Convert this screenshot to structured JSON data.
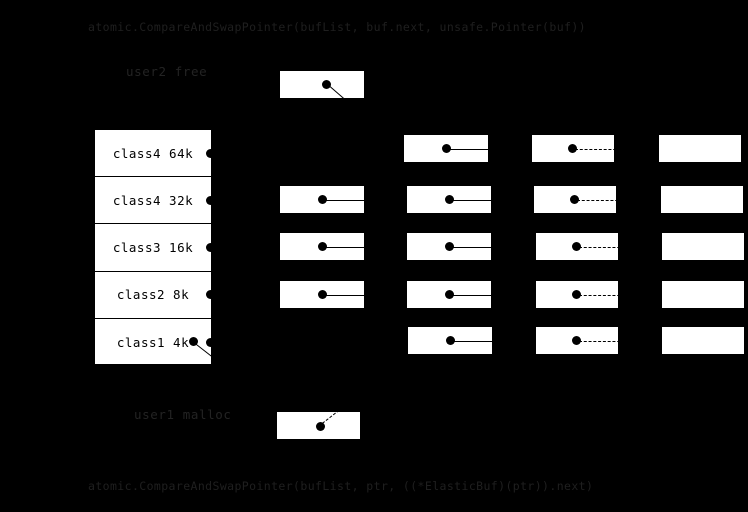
{
  "code": {
    "top": "atomic.CompareAndSwapPointer(bufList, buf.next, unsafe.Pointer(buf))",
    "bottom": "atomic.CompareAndSwapPointer(bufList, ptr, ((*ElasticBuf)(ptr)).next)"
  },
  "labels": {
    "user2_free": "user2 free",
    "user1_malloc": "user1 malloc"
  },
  "colors": {
    "background": "#000000",
    "box_fill": "#ffffff",
    "stroke": "#000000",
    "code_text": "#1f1f1f",
    "label_text": "#232323"
  },
  "class_list": {
    "rows": [
      {
        "label": "class4 64k"
      },
      {
        "label": "class4 32k"
      },
      {
        "label": "class3 16k"
      },
      {
        "label": "class2 8k"
      },
      {
        "label": "class1 4k"
      }
    ]
  },
  "free_node": {
    "name": "user2-free-node"
  },
  "malloc_node": {
    "name": "user1-malloc-node"
  },
  "chain_rows": [
    {
      "row": "class4 64k",
      "nodes": [
        {
          "column": 2,
          "present": false,
          "line": "none"
        },
        {
          "column": 3,
          "present": true,
          "line": "solid"
        },
        {
          "column": 4,
          "present": true,
          "line": "dash-dot"
        },
        {
          "column": 5,
          "present": true,
          "line": "none"
        }
      ]
    },
    {
      "row": "class4 32k",
      "nodes": [
        {
          "column": 2,
          "present": true,
          "line": "solid"
        },
        {
          "column": 3,
          "present": true,
          "line": "solid"
        },
        {
          "column": 4,
          "present": true,
          "line": "dash-dot"
        },
        {
          "column": 5,
          "present": true,
          "line": "none"
        }
      ]
    },
    {
      "row": "class3 16k",
      "nodes": [
        {
          "column": 2,
          "present": true,
          "line": "solid"
        },
        {
          "column": 3,
          "present": true,
          "line": "solid"
        },
        {
          "column": 4,
          "present": true,
          "line": "dash-dot"
        },
        {
          "column": 5,
          "present": true,
          "line": "none"
        }
      ]
    },
    {
      "row": "class2 8k",
      "nodes": [
        {
          "column": 2,
          "present": true,
          "line": "solid"
        },
        {
          "column": 3,
          "present": true,
          "line": "solid"
        },
        {
          "column": 4,
          "present": true,
          "line": "dash-dot"
        },
        {
          "column": 5,
          "present": true,
          "line": "none"
        }
      ]
    },
    {
      "row": "class1 4k",
      "nodes": [
        {
          "column": 2,
          "present": false,
          "line": "none"
        },
        {
          "column": 3,
          "present": true,
          "line": "solid"
        },
        {
          "column": 4,
          "present": true,
          "line": "dash-dot"
        },
        {
          "column": 5,
          "present": true,
          "line": "none"
        }
      ]
    }
  ]
}
